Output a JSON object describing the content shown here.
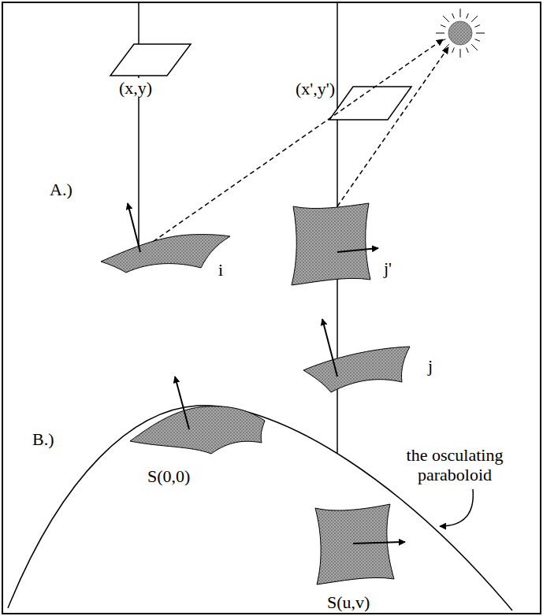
{
  "diagram": {
    "labels": [
      "(x,y)",
      "(x',y')",
      "A.)",
      "i",
      "j'",
      "j",
      "B.)",
      "S(0,0)",
      "the osculating paraboloid",
      "S(u,v)"
    ]
  }
}
